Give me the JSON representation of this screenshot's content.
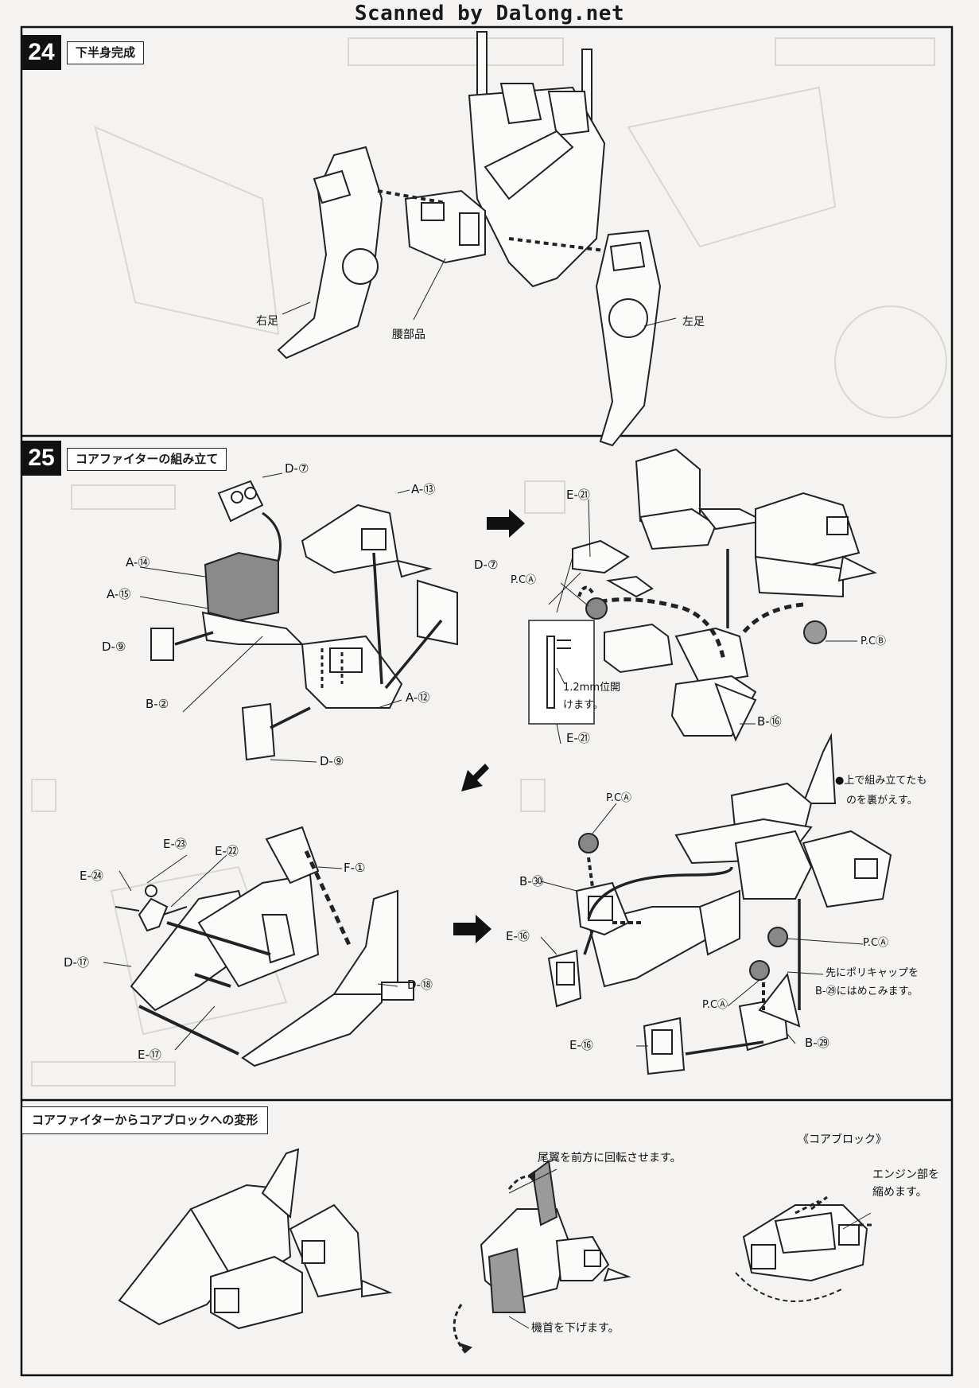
{
  "banner": "Scanned by Dalong.net",
  "step24": {
    "number": "24",
    "title": "下半身完成",
    "labels": {
      "right_leg": "右足",
      "waist": "腰部品",
      "left_leg": "左足"
    }
  },
  "step25": {
    "number": "25",
    "title": "コアファイターの組み立て",
    "parts_a": {
      "d7_top": "D-⑦",
      "a13": "A-⑬",
      "a14": "A-⑭",
      "a15": "A-⑮",
      "d7_right": "D-⑦",
      "d9_left": "D-⑨",
      "b2": "B-②",
      "a12": "A-⑫",
      "d9_bottom": "D-⑨"
    },
    "parts_b": {
      "e21_top": "E-㉑",
      "pca": "P.CⒶ",
      "pcb": "P.CⒷ",
      "drill_note": "1.2mm位開",
      "drill_note2": "けます。",
      "e21_bottom": "E-㉑",
      "b16": "B-⑯"
    },
    "parts_c": {
      "e23": "E-㉓",
      "e22": "E-㉒",
      "f1": "F-①",
      "e24": "E-㉔",
      "d17": "D-⑰",
      "d18": "D-⑱",
      "e17": "E-⑰"
    },
    "parts_d": {
      "pca_top": "P.CⒶ",
      "note1": "●上で組み立てたも",
      "note2": "のを裏がえす。",
      "b30": "B-㉚",
      "e16_top": "E-⑯",
      "pca_mid": "P.CⒶ",
      "note3": "先にポリキャップを",
      "note4": "B-㉙にはめこみます。",
      "pca_low": "P.CⒶ",
      "e16_bottom": "E-⑯",
      "b29": "B-㉙"
    }
  },
  "transform": {
    "title": "コアファイターからコアブロックへの変形",
    "tail_note": "尾翼を前方に回転させます。",
    "nose_note": "機首を下げます。",
    "core_block": "《コアブロック》",
    "engine_note1": "エンジン部を",
    "engine_note2": "縮めます。"
  }
}
